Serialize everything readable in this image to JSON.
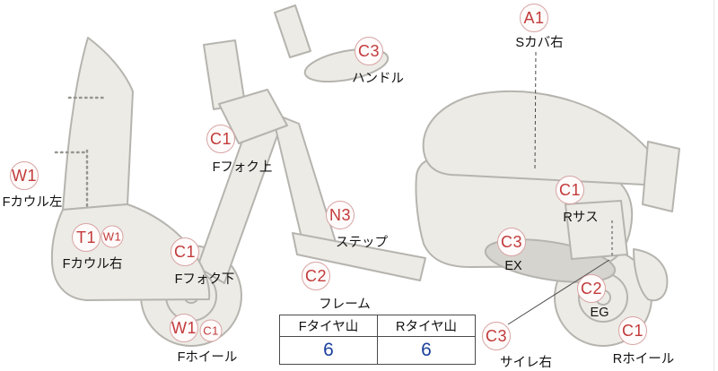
{
  "markers": [
    {
      "code": "A1",
      "label": "Sカバ右"
    },
    {
      "code": "C3",
      "label": "ハンドル"
    },
    {
      "code": "C1",
      "label": "Fフォク上"
    },
    {
      "code": "W1",
      "label": "Fカウル左"
    },
    {
      "code": "T1",
      "sub_code": "W1",
      "label": "Fカウル右"
    },
    {
      "code": "C1",
      "label": "Fフォク下"
    },
    {
      "code": "N3",
      "label": "ステップ"
    },
    {
      "code": "C2",
      "label": "フレーム"
    },
    {
      "code": "W1",
      "sub_code": "C1",
      "label": "Fホイール"
    },
    {
      "code": "C1",
      "label": "Rサス"
    },
    {
      "code": "C3",
      "label": "EX"
    },
    {
      "code": "C2",
      "label": "EG"
    },
    {
      "code": "C3",
      "label": "サイレ右"
    },
    {
      "code": "C1",
      "label": "Rホイール"
    }
  ],
  "tire_table": {
    "headers": [
      "Fタイヤ山",
      "Rタイヤ山"
    ],
    "values": [
      "6",
      "6"
    ]
  },
  "colors": {
    "damage_code_red": "#c23a3a",
    "tire_value_blue": "#1b3f9b",
    "body_fill": "#ecebe6",
    "body_stroke": "#b6b4ae"
  }
}
